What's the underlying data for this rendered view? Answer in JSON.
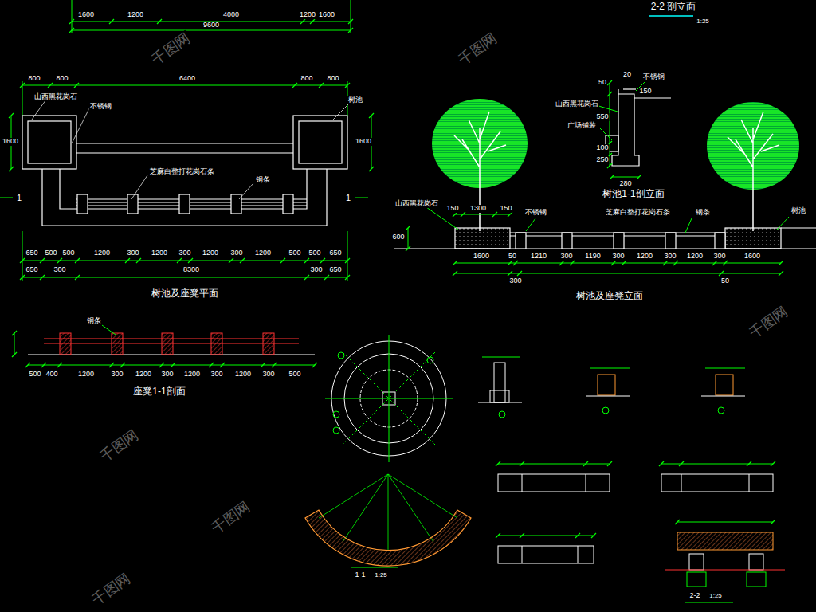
{
  "diagram": {
    "labels": [
      "1600",
      "1200",
      "4000",
      "1200",
      "1600",
      "9600",
      "2-2 剖立面",
      "1:25",
      "800",
      "800",
      "6400",
      "800",
      "800",
      "山西黑花岗石",
      "不锈钢",
      "树池",
      "1600",
      "1600",
      "芝麻白整打花岗石条",
      "钢条",
      "1",
      "1",
      "650",
      "500",
      "500",
      "1200",
      "300",
      "1200",
      "300",
      "1200",
      "300",
      "1200",
      "500",
      "500",
      "650",
      "650",
      "300",
      "8300",
      "300",
      "650",
      "树池及座凳平面",
      "20",
      "不锈钢",
      "50",
      "150",
      "山西黑花岗石",
      "550",
      "广场铺装",
      "100",
      "250",
      "280",
      "树池1-1剖立面",
      "山西黑花岗石",
      "150",
      "1300",
      "150",
      "不锈钢",
      "芝麻白整打花岗石条",
      "钢条",
      "树池",
      "600",
      "1600",
      "50",
      "1210",
      "300",
      "1190",
      "300",
      "1200",
      "300",
      "1200",
      "300",
      "1600",
      "300",
      "50",
      "树池及座凳立面",
      "座凳1-1剖面",
      "500",
      "400",
      "1200",
      "300",
      "1200",
      "300",
      "1200",
      "300",
      "1200",
      "300",
      "500",
      "钢条",
      "1-1",
      "1:25",
      "2-2",
      "1:25",
      "千图网",
      "千图网",
      "千图网",
      "千图网",
      "千图网",
      "千图网"
    ]
  }
}
